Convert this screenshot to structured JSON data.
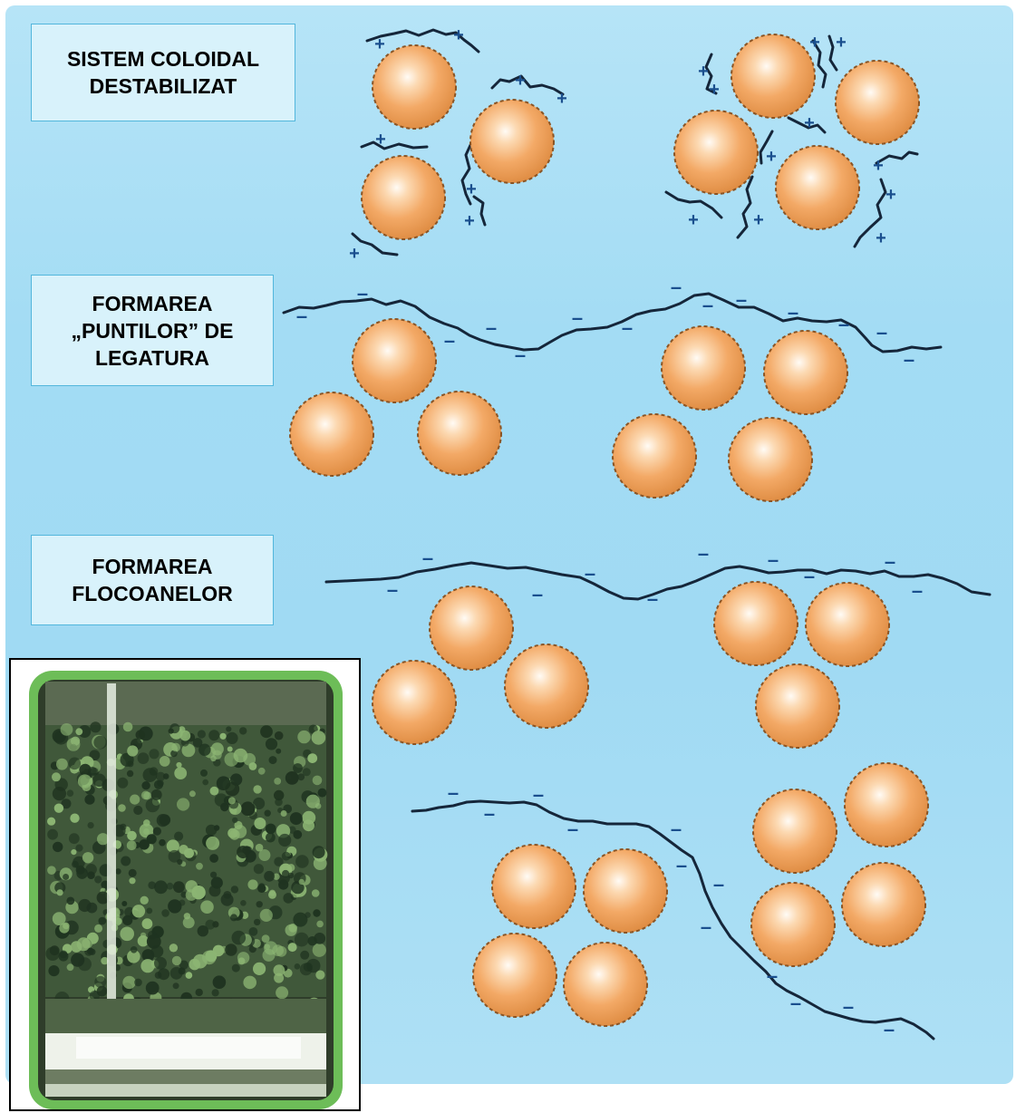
{
  "labels": {
    "stage_1": "SISTEM COLOIDAL\nDESTABILIZAT",
    "stage_2": "FORMAREA\n„PUNTILOR”  DE\nLEGATURA",
    "stage_3": "FORMAREA\nFLOCOANELOR"
  },
  "symbols": {
    "positive": "+",
    "negative": "–"
  },
  "colors": {
    "background": "#a6ddf4",
    "label_box_fill": "#d8f2fb",
    "label_box_border": "#52b6dc",
    "particle": "#f2a865",
    "polymer_chain": "#15263a",
    "charge_symbol": "#1a4f8e",
    "photo_border": "#6dbd58"
  },
  "photo": {
    "subject": "flocculation-column-photo"
  }
}
